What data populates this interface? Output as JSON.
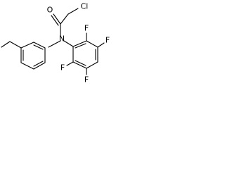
{
  "molecule": {
    "atoms": {
      "cl": "Cl",
      "o": "O",
      "n": "N",
      "f_ortho_top": "F",
      "f_meta_top": "F",
      "f_ortho_bottom": "F",
      "f_meta_bottom": "F"
    }
  }
}
